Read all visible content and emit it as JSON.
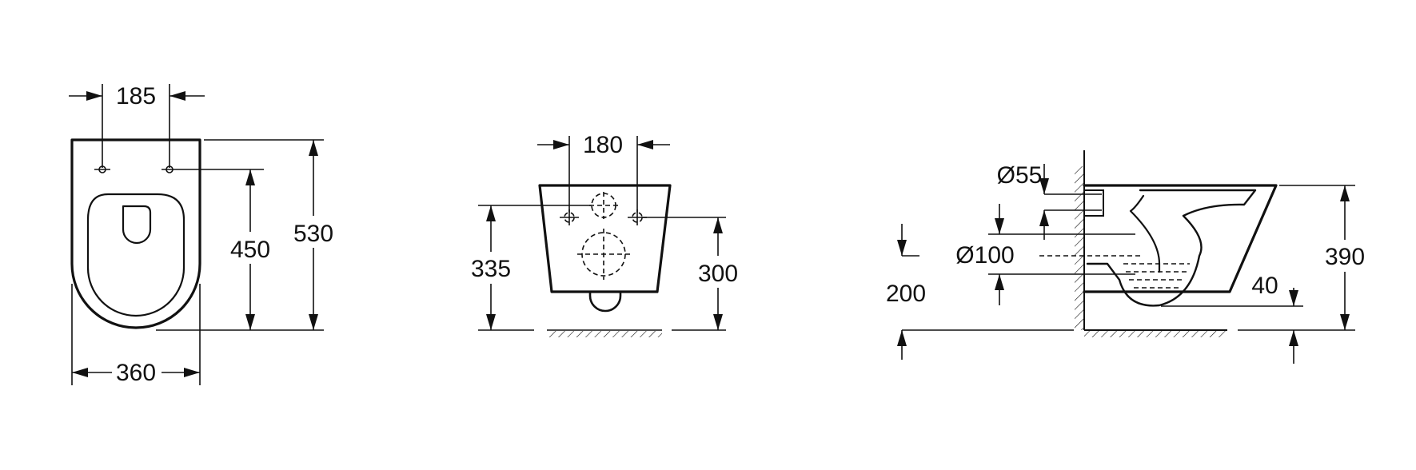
{
  "views": {
    "top": {
      "dim_seat_holes": "185",
      "dim_length": "530",
      "dim_holes_depth": "450",
      "dim_width": "360"
    },
    "front": {
      "dim_fixing_holes": "180",
      "dim_height": "335",
      "dim_hole_height": "300"
    },
    "side": {
      "dim_inlet": "Ø55",
      "dim_outlet": "Ø100",
      "dim_outlet_height": "200",
      "dim_height": "390",
      "dim_water_depth": "40"
    }
  },
  "colors": {
    "line": "#111111",
    "background": "#ffffff"
  }
}
